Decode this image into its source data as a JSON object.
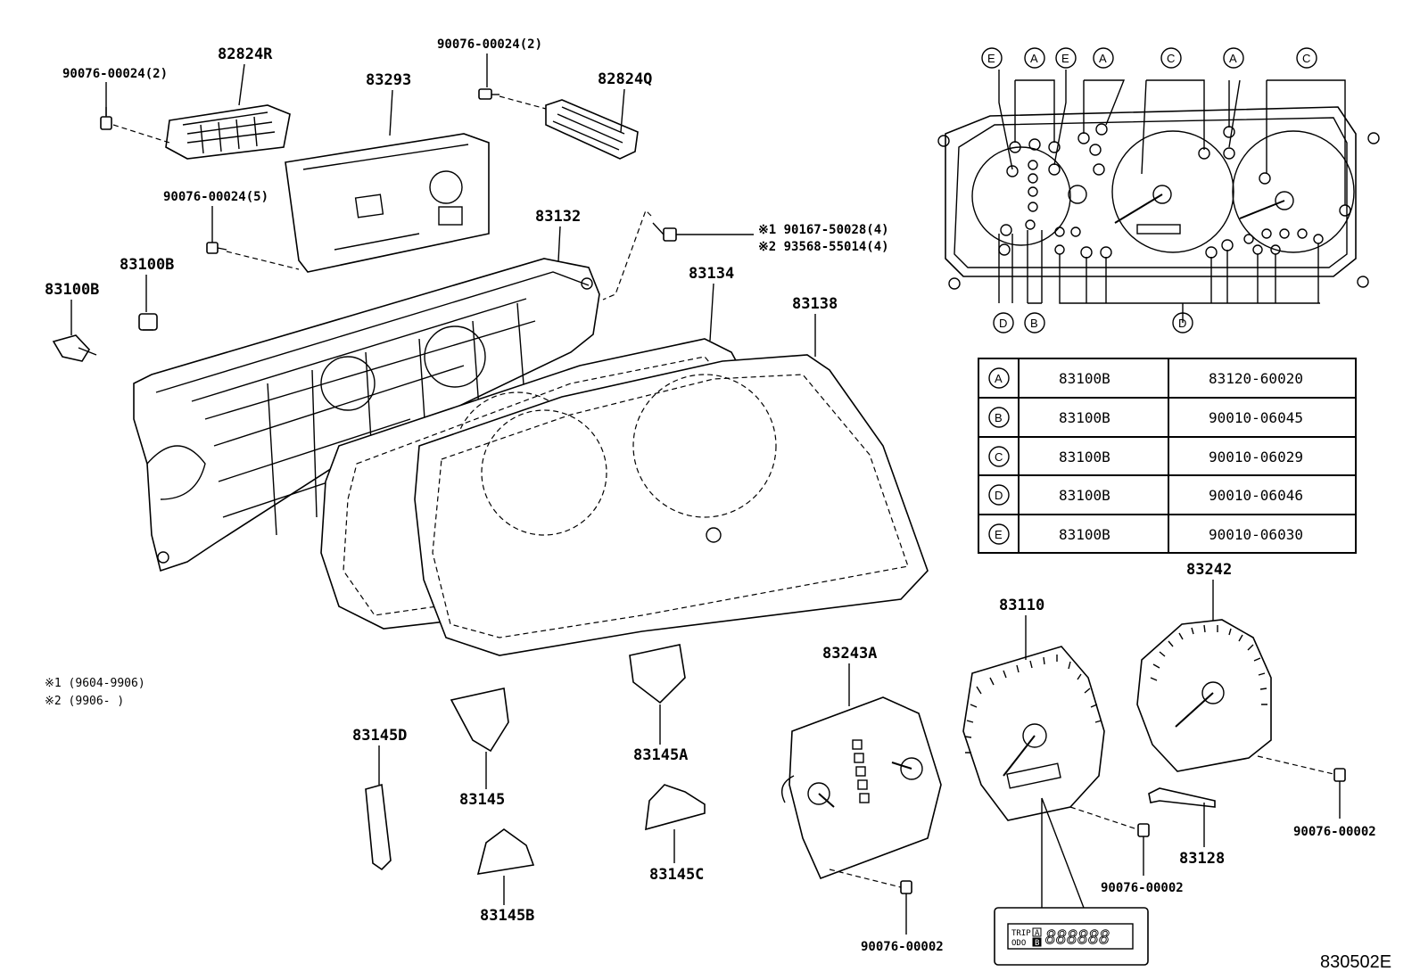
{
  "labels": {
    "p82824R": "82824R",
    "p90076_24_2_left": "90076-00024(2)",
    "p90076_24_2_top": "90076-00024(2)",
    "p82824Q": "82824Q",
    "p83293": "83293",
    "p90076_24_5": "90076-00024(5)",
    "p83132": "83132",
    "p90167": "※1 90167-50028(4)",
    "p93568": "※2 93568-55014(4)",
    "p83100B_a": "83100B",
    "p83100B_b": "83100B",
    "p83134": "83134",
    "p83138": "83138",
    "p83145D": "83145D",
    "p83145": "83145",
    "p83145A": "83145A",
    "p83145B": "83145B",
    "p83145C": "83145C",
    "p83243A": "83243A",
    "p83110": "83110",
    "p83242": "83242",
    "p83128": "83128",
    "p90076_02_a": "90076-00002",
    "p90076_02_b": "90076-00002",
    "p90076_02_c": "90076-00002",
    "diagram_code": "830502E"
  },
  "notes": {
    "n1": "※1 (9604-9906)",
    "n2": "※2 (9906-     )"
  },
  "bulb_legend": {
    "rows": [
      {
        "key": "A",
        "socket": "83100B",
        "bulb": "83120-60020"
      },
      {
        "key": "B",
        "socket": "83100B",
        "bulb": "90010-06045"
      },
      {
        "key": "C",
        "socket": "83100B",
        "bulb": "90010-06029"
      },
      {
        "key": "D",
        "socket": "83100B",
        "bulb": "90010-06046"
      },
      {
        "key": "E",
        "socket": "83100B",
        "bulb": "90010-06030"
      }
    ]
  },
  "callouts": {
    "top": [
      "E",
      "A",
      "E",
      "A",
      "C",
      "A",
      "C"
    ],
    "bottom": [
      "D",
      "B",
      "D"
    ]
  },
  "lcd": {
    "trip": "TRIP",
    "odo": "ODO",
    "a": "A",
    "b": "B",
    "digits": "888888"
  }
}
